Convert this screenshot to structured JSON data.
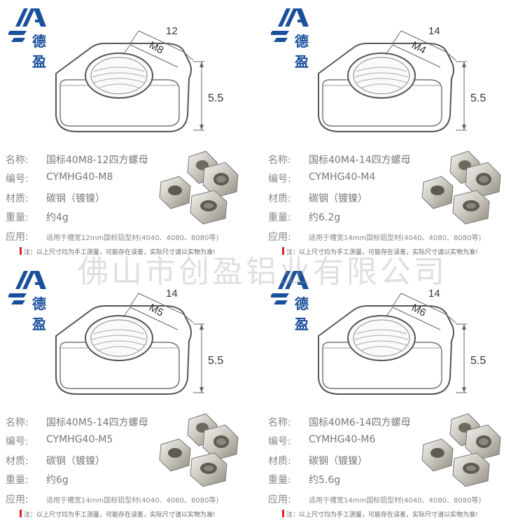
{
  "logo": {
    "brand_text": "德盈"
  },
  "labels": {
    "name": "名称:",
    "code": "编号:",
    "material": "材质:",
    "weight": "重量:",
    "application": "应用:"
  },
  "products": [
    {
      "width_dim": "12",
      "thread_dim": "M8",
      "height_dim": "5.5",
      "name": "国标40M8-12四方螺母",
      "code": "CYMHG40-M8",
      "material": "碳钢（镀镍）",
      "weight": "约4g",
      "application": "适用于槽宽12mm国标铝型材(4040、4080、8080等)",
      "note": "注：以上尺寸均为手工测量，可能存在误差，实际尺寸请以实物为准!"
    },
    {
      "width_dim": "14",
      "thread_dim": "M4",
      "height_dim": "5.5",
      "name": "国标40M4-14四方螺母",
      "code": "CYMHG40-M4",
      "material": "碳钢（镀镍）",
      "weight": "约6.2g",
      "application": "适用于槽宽14mm国标铝型材(4040、4080、8080等)",
      "note": "注：以上尺寸均为手工测量，可能存在误差，实际尺寸请以实物为准!"
    },
    {
      "width_dim": "14",
      "thread_dim": "M5",
      "height_dim": "5.5",
      "name": "国标40M5-14四方螺母",
      "code": "CYMHG40-M5",
      "material": "碳钢（镀镍）",
      "weight": "约6g",
      "application": "适用于槽宽14mm国标铝型材(4040、4080、8080等)",
      "note": "注：以上尺寸均为手工测量，可能存在误差，实际尺寸请以实物为准!"
    },
    {
      "width_dim": "14",
      "thread_dim": "M6",
      "height_dim": "5.5",
      "name": "国标40M6-14四方螺母",
      "code": "CYMHG40-M6",
      "material": "碳钢（镀镍）",
      "weight": "约5.6g",
      "application": "适用于槽宽14mm国标铝型材(4040、4080、8080等)",
      "note": "注：以上尺寸均为手工测量，可能存在误差，实际尺寸请以实物为准!"
    }
  ],
  "watermark": "佛山市创盈铝业有限公司",
  "colors": {
    "brand_blue": "#1a4f9c",
    "note_red": "#e02020"
  }
}
